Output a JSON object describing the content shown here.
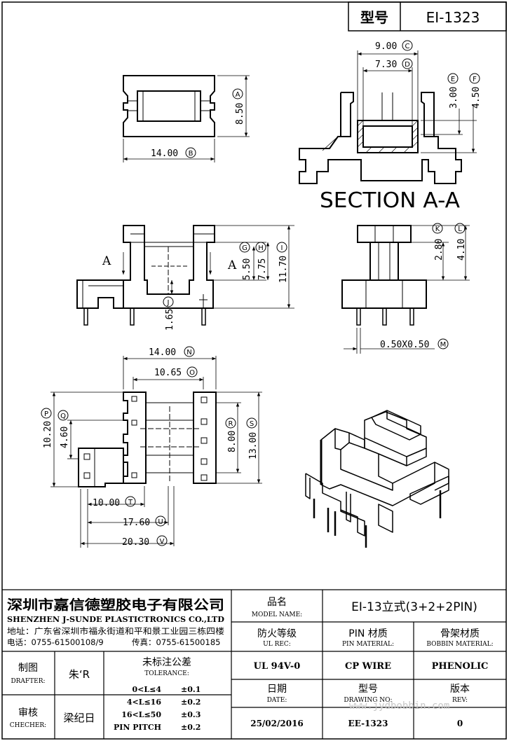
{
  "header": {
    "model_label": "型号",
    "model_value": "EI-1323"
  },
  "top_view": {
    "width_dim": "14.00",
    "width_tag": "B",
    "height_dim": "8.50",
    "height_tag": "A"
  },
  "section_view": {
    "title": "SECTION A-A",
    "dim_c": "9.00",
    "tag_c": "C",
    "dim_d": "7.30",
    "tag_d": "D",
    "dim_e": "3.00",
    "tag_e": "E",
    "dim_f": "4.50",
    "tag_f": "F"
  },
  "front_view": {
    "marker_left": "A",
    "marker_right": "A",
    "dim_g": "5.50",
    "tag_g": "G",
    "dim_h": "7.75",
    "tag_h": "H",
    "dim_i": "11.70",
    "tag_i": "I",
    "dim_j": "1.65",
    "tag_j": "J"
  },
  "side_view": {
    "dim_k": "2.80",
    "tag_k": "K",
    "dim_l": "4.10",
    "tag_l": "L",
    "dim_m": "0.50X0.50",
    "tag_m": "M"
  },
  "bottom_view": {
    "dim_n": "14.00",
    "tag_n": "N",
    "dim_o": "10.65",
    "tag_o": "O",
    "dim_p": "10.20",
    "tag_p": "P",
    "dim_q": "4.60",
    "tag_q": "Q",
    "dim_r": "8.00",
    "tag_r": "R",
    "dim_s": "13.00",
    "tag_s": "S",
    "dim_t": "10.00",
    "tag_t": "T",
    "dim_u": "17.60",
    "tag_u": "U",
    "dim_v": "20.30",
    "tag_v": "V"
  },
  "title_block": {
    "company_cn": "深圳市嘉信德塑胶电子有限公司",
    "company_en": "SHENZHEN J-SUNDE PLASTICTRONICS CO.,LTD",
    "address": "地址：广东省深圳市福永街道和平和景工业园三栋四楼",
    "phone": "电话：0755-61500108/9",
    "fax": "传真：0755-61500185",
    "product_name_cn": "品名",
    "product_name_en": "MODEL NAME:",
    "product_name_value": "EI-13立式(3+2+2PIN)",
    "ul_cn": "防火等级",
    "ul_en": "UL REC:",
    "pin_cn": "PIN 材质",
    "pin_en": "PIN MATERIAL:",
    "bobbin_cn": "骨架材质",
    "bobbin_en": "BOBBIN MATERIAL:",
    "ul_value": "UL 94V-0",
    "pin_value": "CP WIRE",
    "bobbin_value": "PHENOLIC",
    "drafter_cn": "制图",
    "drafter_en": "DRAFTER:",
    "drafter_name": "朱‘R",
    "checker_cn": "审核",
    "checker_en": "CHECHER:",
    "checker_name": "梁纪日",
    "tolerance_cn": "未标注公差",
    "tolerance_en": "TOLERANCE:",
    "tolerances": [
      {
        "range": "0<L≤4",
        "value": "±0.1"
      },
      {
        "range": "4<L≤16",
        "value": "±0.2"
      },
      {
        "range": "16<L≤50",
        "value": "±0.3"
      },
      {
        "range": "PIN PITCH",
        "value": "±0.2"
      }
    ],
    "date_cn": "日期",
    "date_en": "DATE:",
    "date_value": "25/02/2016",
    "drawing_cn": "型号",
    "drawing_en": "DRAWING NO:",
    "drawing_value": "EE-1323",
    "rev_cn": "版本",
    "rev_en": "REV:",
    "rev_value": "0"
  },
  "watermark": "www.jydbobbin.com"
}
